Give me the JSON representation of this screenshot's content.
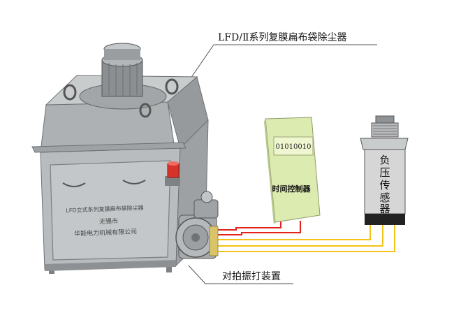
{
  "labels": {
    "title_callout": "LFD/Ⅱ系列复膜扁布袋除尘器",
    "vibrator_callout": "对拍振打装置"
  },
  "timer": {
    "display": "01010010",
    "label": "时间控制器"
  },
  "sensor": {
    "label_lines": [
      "负",
      "压",
      "传",
      "感",
      "器"
    ]
  },
  "nameplate": {
    "line1": "LFD立式系列复膜扁布袋除尘器",
    "line2": "无锡市",
    "line3": "华能电力机械有限公司"
  },
  "colors": {
    "housing": "#b9bcbe",
    "housing_dark": "#8e9194",
    "timer_box": "#dcebb0",
    "timer_display": "#eef5cf",
    "wire_red": "#e2231a",
    "wire_yellow": "#f2c318",
    "sensor_body": "#d6d6d6",
    "warning_lamp": "#d8332b"
  }
}
